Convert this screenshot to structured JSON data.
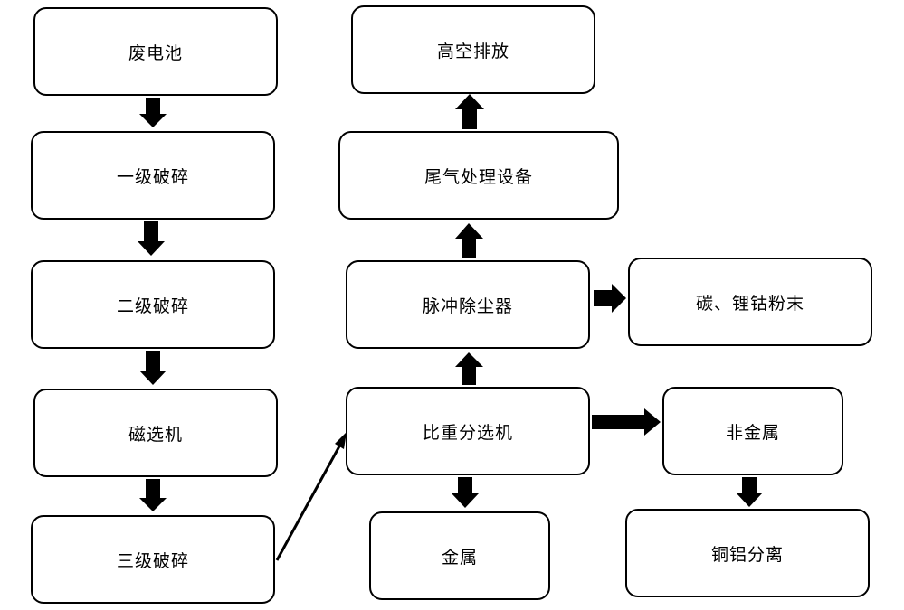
{
  "diagram": {
    "nodes": [
      {
        "id": "waste-battery",
        "label": "废电池"
      },
      {
        "id": "primary-crush",
        "label": "一级破碎"
      },
      {
        "id": "secondary-crush",
        "label": "二级破碎"
      },
      {
        "id": "magnetic-separator",
        "label": "磁选机"
      },
      {
        "id": "tertiary-crush",
        "label": "三级破碎"
      },
      {
        "id": "gravity-separator",
        "label": "比重分选机"
      },
      {
        "id": "metal",
        "label": "金属"
      },
      {
        "id": "pulse-dust-collector",
        "label": "脉冲除尘器"
      },
      {
        "id": "exhaust-treatment",
        "label": "尾气处理设备"
      },
      {
        "id": "high-altitude-discharge",
        "label": "高空排放"
      },
      {
        "id": "carbon-powder",
        "label": "碳、锂钴粉末"
      },
      {
        "id": "non-metal",
        "label": "非金属"
      },
      {
        "id": "copper-aluminum-separation",
        "label": "铜铝分离"
      }
    ],
    "edges": [
      {
        "from": "waste-battery",
        "to": "primary-crush"
      },
      {
        "from": "primary-crush",
        "to": "secondary-crush"
      },
      {
        "from": "secondary-crush",
        "to": "magnetic-separator"
      },
      {
        "from": "magnetic-separator",
        "to": "tertiary-crush"
      },
      {
        "from": "tertiary-crush",
        "to": "gravity-separator"
      },
      {
        "from": "gravity-separator",
        "to": "metal"
      },
      {
        "from": "gravity-separator",
        "to": "pulse-dust-collector"
      },
      {
        "from": "pulse-dust-collector",
        "to": "exhaust-treatment"
      },
      {
        "from": "exhaust-treatment",
        "to": "high-altitude-discharge"
      },
      {
        "from": "pulse-dust-collector",
        "to": "carbon-powder"
      },
      {
        "from": "gravity-separator",
        "to": "non-metal"
      },
      {
        "from": "non-metal",
        "to": "copper-aluminum-separation"
      }
    ]
  }
}
